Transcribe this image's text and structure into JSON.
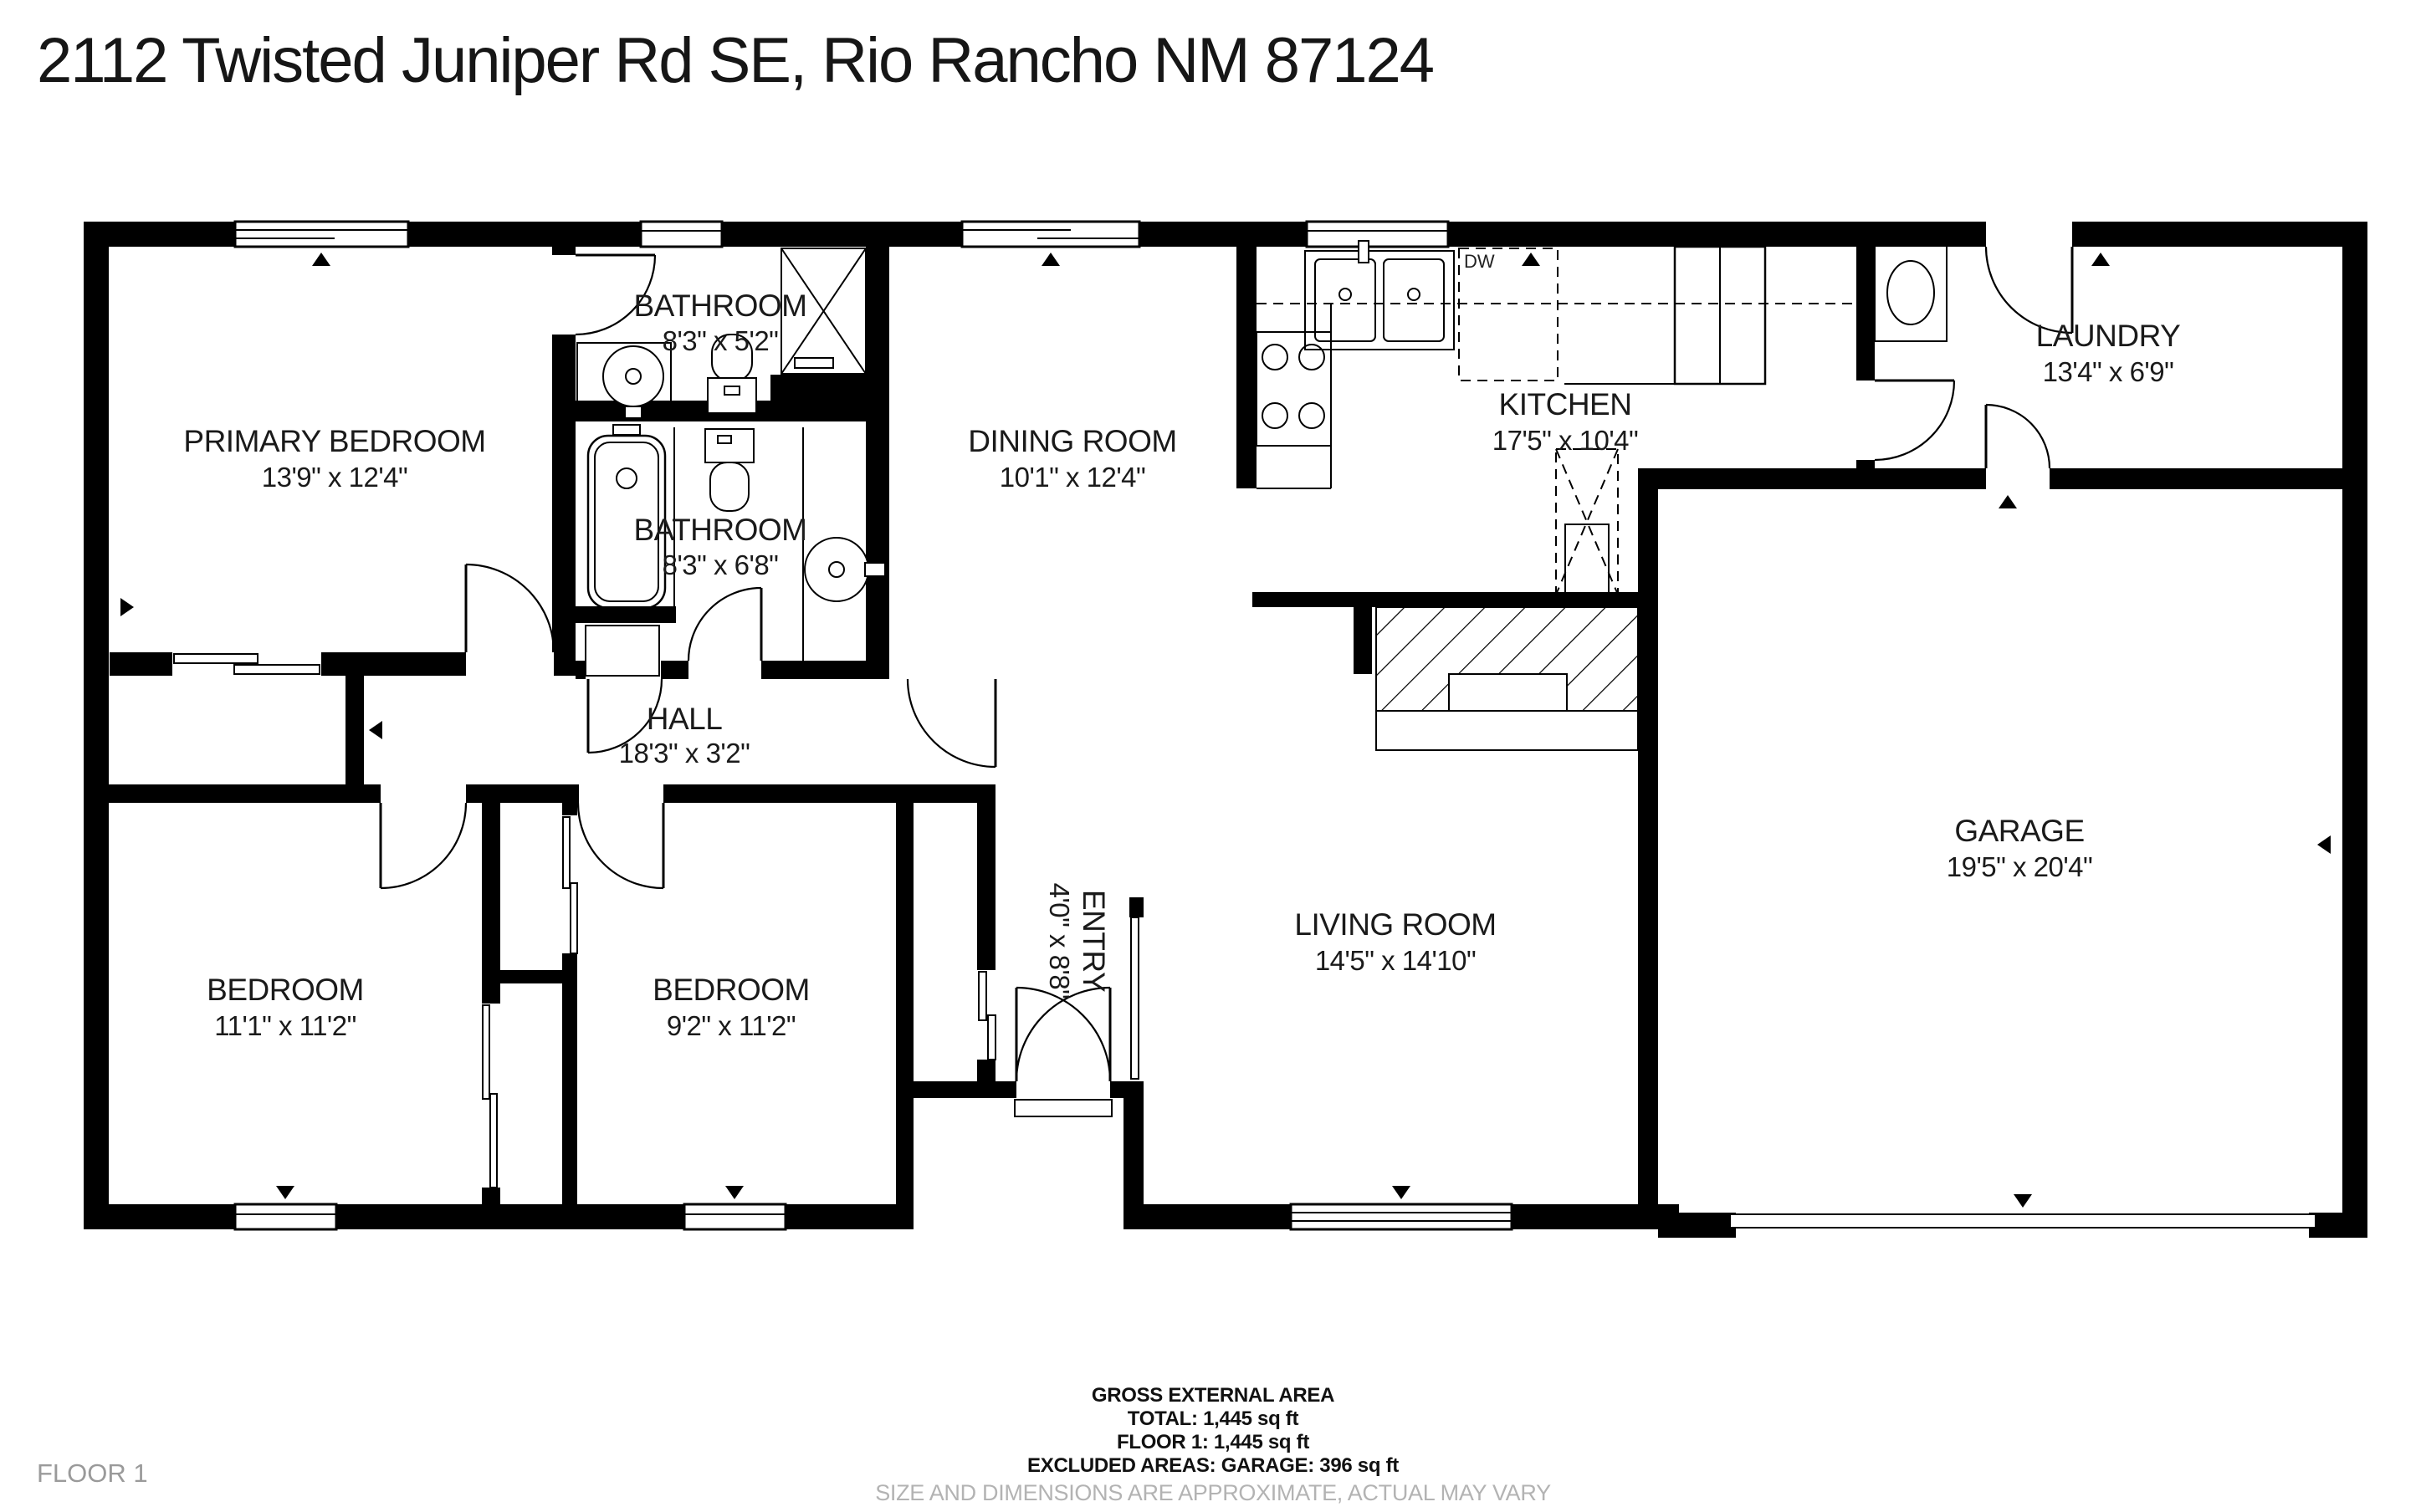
{
  "title": "2112 Twisted Juniper Rd SE, Rio Rancho NM 87124",
  "floor_label": "FLOOR 1",
  "rooms": {
    "primary_bedroom": {
      "name": "PRIMARY BEDROOM",
      "dims": "13'9\" x 12'4\""
    },
    "bathroom1": {
      "name": "BATHROOM",
      "dims": "8'3\" x 5'2\""
    },
    "bathroom2": {
      "name": "BATHROOM",
      "dims": "8'3\" x 6'8\""
    },
    "dining_room": {
      "name": "DINING ROOM",
      "dims": "10'1\" x 12'4\""
    },
    "kitchen": {
      "name": "KITCHEN",
      "dims": "17'5\" x 10'4\""
    },
    "laundry": {
      "name": "LAUNDRY",
      "dims": "13'4\" x 6'9\""
    },
    "hall": {
      "name": "HALL",
      "dims": "18'3\" x 3'2\""
    },
    "bedroom1": {
      "name": "BEDROOM",
      "dims": "11'1\" x 11'2\""
    },
    "bedroom2": {
      "name": "BEDROOM",
      "dims": "9'2\" x 11'2\""
    },
    "entry": {
      "name": "ENTRY",
      "dims": "4'0\" x 8'8\""
    },
    "living_room": {
      "name": "LIVING ROOM",
      "dims": "14'5\" x 14'10\""
    },
    "garage": {
      "name": "GARAGE",
      "dims": "19'5\" x 20'4\""
    }
  },
  "appliances": {
    "dishwasher": "DW"
  },
  "footer": {
    "line1": "GROSS EXTERNAL AREA",
    "line2": "TOTAL: 1,445 sq ft",
    "line3": "FLOOR 1: 1,445 sq ft",
    "line4": "EXCLUDED AREAS: GARAGE: 396 sq ft",
    "disclaimer": "SIZE AND DIMENSIONS ARE APPROXIMATE, ACTUAL MAY VARY"
  },
  "colors": {
    "walls": "#000000",
    "gray_text": "#b3b3b3",
    "text": "#1a1a1a"
  }
}
